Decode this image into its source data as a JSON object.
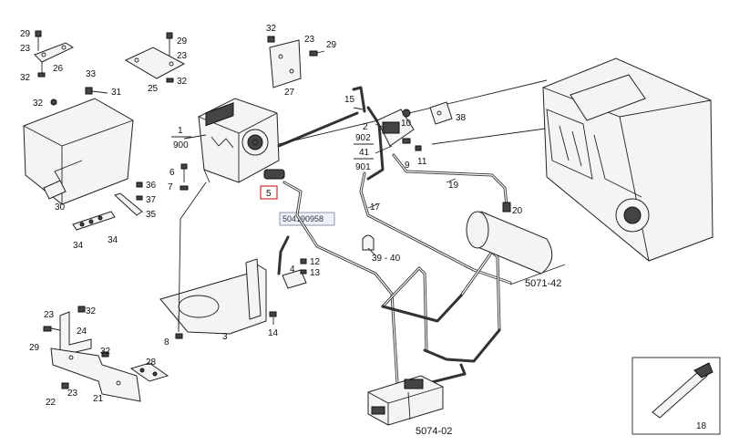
{
  "callouts": {
    "c29a": "29",
    "c23a": "23",
    "c26": "26",
    "c32a": "32",
    "c33": "33",
    "c31": "31",
    "c32b": "32",
    "c29b": "29",
    "c23b": "23",
    "c25": "25",
    "c32c": "32",
    "c32d": "32",
    "c23c": "23",
    "c29c": "29",
    "c27": "27",
    "c1": "1",
    "c900": "900",
    "c6": "6",
    "c7": "7",
    "c36": "36",
    "c37": "37",
    "c35": "35",
    "c30": "30",
    "c34": "34",
    "c34b": "34",
    "c5": "5",
    "c15": "15",
    "c2": "2",
    "c902": "902",
    "c41": "41",
    "c901": "901",
    "c10": "10",
    "c9": "9",
    "c11": "11",
    "c38": "38",
    "c17": "17",
    "c19": "19",
    "c20": "20",
    "c3940": "39 - 40",
    "c507142": "5071-42",
    "c12": "12",
    "c4": "4",
    "c13": "13",
    "c8": "8",
    "c3": "3",
    "c14": "14",
    "c23d": "23",
    "c32e": "32",
    "c24": "24",
    "c29d": "29",
    "c32f": "32",
    "c28": "28",
    "c23e": "23",
    "c22": "22",
    "c21": "21",
    "c507402": "5074-02",
    "c18": "18"
  },
  "tooltip": {
    "part_number": "504190958"
  },
  "colors": {
    "highlight": "#d03030",
    "tooltip_bg": "#eef2f8"
  }
}
